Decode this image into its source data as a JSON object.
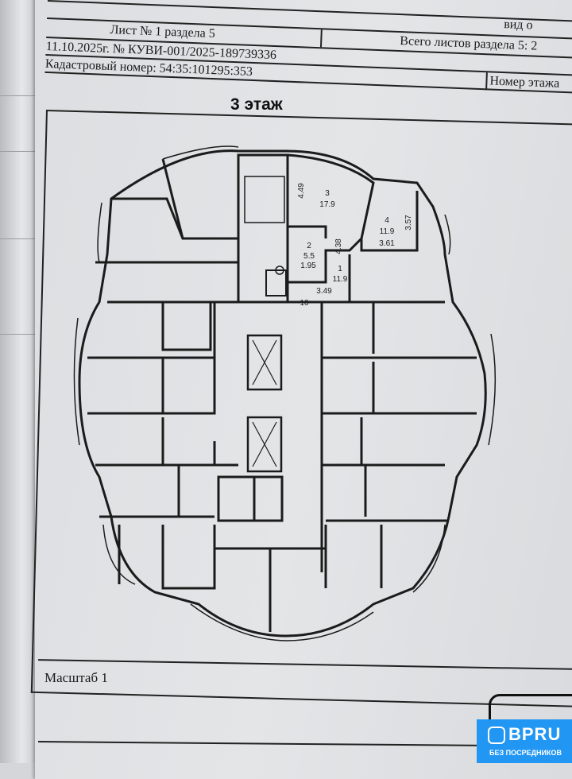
{
  "header": {
    "view_label": "вид о",
    "sheet_label": "Лист № 1 раздела 5",
    "total_sheets": "Всего листов раздела 5: 2",
    "date_number": "11.10.2025г. № КУВИ-001/2025-189739336",
    "cadastral": "Кадастровый номер: 54:35:101295:353",
    "floor_number_label": "Номер этажа"
  },
  "plan": {
    "title": "3 этаж",
    "rooms": [
      {
        "num": "1",
        "area": "11.9"
      },
      {
        "num": "2",
        "area": "5.5"
      },
      {
        "num": "3",
        "area": "17.9"
      },
      {
        "num": "4",
        "area": "11.9"
      }
    ],
    "dims": {
      "d1": "4.49",
      "d2": "4.38",
      "d3": "1.95",
      "d4": "3.49",
      "d5": "3.57",
      "d6": "3.61",
      "d7": "10"
    },
    "scale_label": "Масштаб 1"
  },
  "watermark": {
    "brand": "BPRU",
    "tagline": "БЕЗ ПОСРЕДНИКОВ",
    "color": "#2196f3"
  }
}
